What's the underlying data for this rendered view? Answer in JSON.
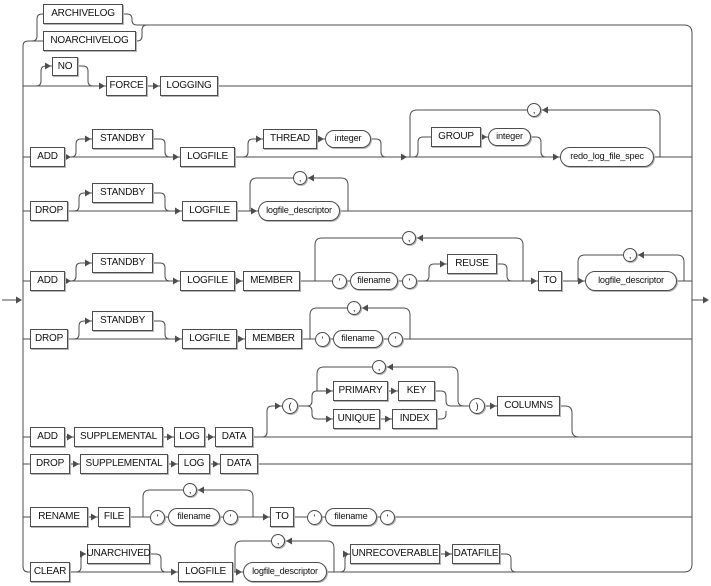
{
  "diagram": {
    "type": "railroad-syntax-diagram",
    "branches": [
      "ARCHIVELOG | NOARCHIVELOG",
      "[ NO ] FORCE LOGGING",
      "ADD [ STANDBY ] LOGFILE [ THREAD integer ] { [ GROUP integer ] redo_log_file_spec } , ...",
      "DROP [ STANDBY ] LOGFILE { logfile_descriptor } , ...",
      "ADD [ STANDBY ] LOGFILE MEMBER { ' filename ' [ REUSE ] } , ... TO { logfile_descriptor } , ...",
      "DROP [ STANDBY ] LOGFILE MEMBER { ' filename ' } , ...",
      "ADD SUPPLEMENTAL LOG DATA [ ( { PRIMARY KEY | UNIQUE INDEX } , ... ) COLUMNS ]",
      "DROP SUPPLEMENTAL LOG DATA",
      "RENAME FILE { ' filename ' } , ... TO ' filename '",
      "CLEAR [ UNARCHIVED ] LOGFILE { logfile_descriptor } , ... [ UNRECOVERABLE DATAFILE ]"
    ]
  },
  "kw": {
    "archivelog": "ARCHIVELOG",
    "noarchivelog": "NOARCHIVELOG",
    "no": "NO",
    "force": "FORCE",
    "logging": "LOGGING",
    "add": "ADD",
    "standby": "STANDBY",
    "logfile": "LOGFILE",
    "thread": "THREAD",
    "group": "GROUP",
    "drop": "DROP",
    "member": "MEMBER",
    "reuse": "REUSE",
    "to": "TO",
    "supplemental": "SUPPLEMENTAL",
    "log": "LOG",
    "data": "DATA",
    "primary": "PRIMARY",
    "key": "KEY",
    "unique": "UNIQUE",
    "index": "INDEX",
    "columns": "COLUMNS",
    "rename": "RENAME",
    "file": "FILE",
    "clear": "CLEAR",
    "unarchived": "UNARCHIVED",
    "unrecoverable": "UNRECOVERABLE",
    "datafile": "DATAFILE"
  },
  "vars": {
    "integer": "integer",
    "redo_log_file_spec": "redo_log_file_spec",
    "logfile_descriptor": "logfile_descriptor",
    "filename": "filename"
  },
  "punct": {
    "comma": ",",
    "quote": "'",
    "lparen": "(",
    "rparen": ")"
  },
  "colors": {
    "line": "#4d4d4d",
    "box_border": "#4d4d4d",
    "box_shadow": "#b5b5b5",
    "background": "#ffffff"
  }
}
